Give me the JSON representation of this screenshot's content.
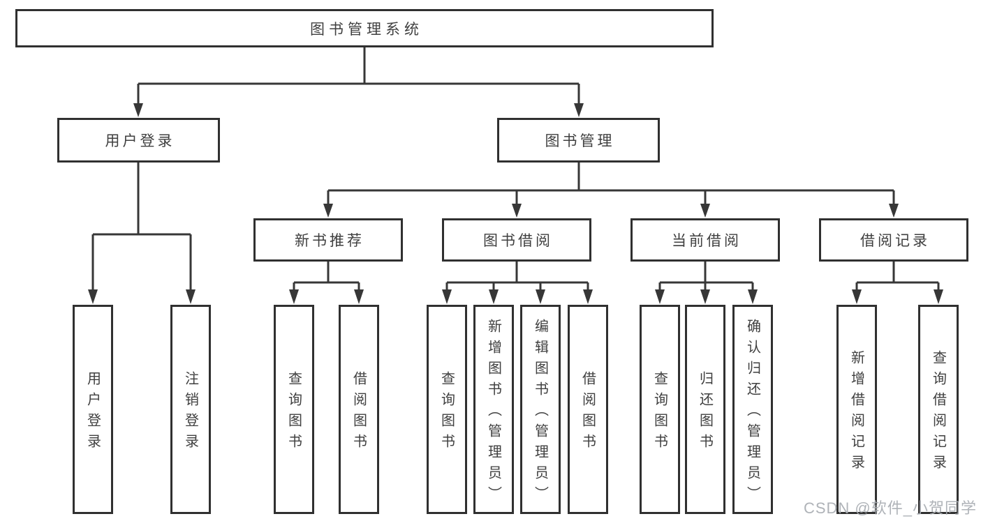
{
  "tree": {
    "label": "图书管理系统",
    "children": [
      {
        "label": "用户登录",
        "children": [
          {
            "label": "用户登录"
          },
          {
            "label": "注销登录"
          }
        ]
      },
      {
        "label": "图书管理",
        "children": [
          {
            "label": "新书推荐",
            "children": [
              {
                "label": "查询图书"
              },
              {
                "label": "借阅图书"
              }
            ]
          },
          {
            "label": "图书借阅",
            "children": [
              {
                "label": "查询图书"
              },
              {
                "label": "新增图书（管理员）"
              },
              {
                "label": "编辑图书（管理员）"
              },
              {
                "label": "借阅图书"
              }
            ]
          },
          {
            "label": "当前借阅",
            "children": [
              {
                "label": "查询图书"
              },
              {
                "label": "归还图书"
              },
              {
                "label": "确认归还（管理员）"
              }
            ]
          },
          {
            "label": "借阅记录",
            "children": [
              {
                "label": "新增借阅记录"
              },
              {
                "label": "查询借阅记录"
              }
            ]
          }
        ]
      }
    ]
  },
  "watermark": "CSDN @软件_小贺同学",
  "colors": {
    "line": "#373737",
    "box_border": "#303030",
    "box_fill": "#ffffff",
    "text": "#3f3f3f",
    "background": "#ffffff",
    "watermark": "#a8acb2"
  }
}
